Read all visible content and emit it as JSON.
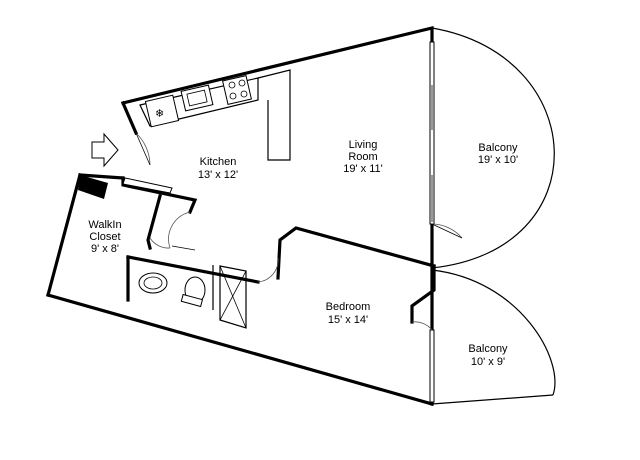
{
  "plan": {
    "rooms": [
      {
        "id": "kitchen",
        "name": "Kitchen",
        "size": "13' x 12'"
      },
      {
        "id": "living",
        "name_line1": "Living",
        "name_line2": "Room",
        "size": "19' x 11'"
      },
      {
        "id": "balcony1",
        "name": "Balcony",
        "size": "19' x 10'"
      },
      {
        "id": "closet",
        "name_line1": "WalkIn",
        "name_line2": "Closet",
        "size": "9' x 8'"
      },
      {
        "id": "bedroom",
        "name": "Bedroom",
        "size": "15' x 14'"
      },
      {
        "id": "balcony2",
        "name": "Balcony",
        "size": "10' x 9'"
      }
    ]
  }
}
